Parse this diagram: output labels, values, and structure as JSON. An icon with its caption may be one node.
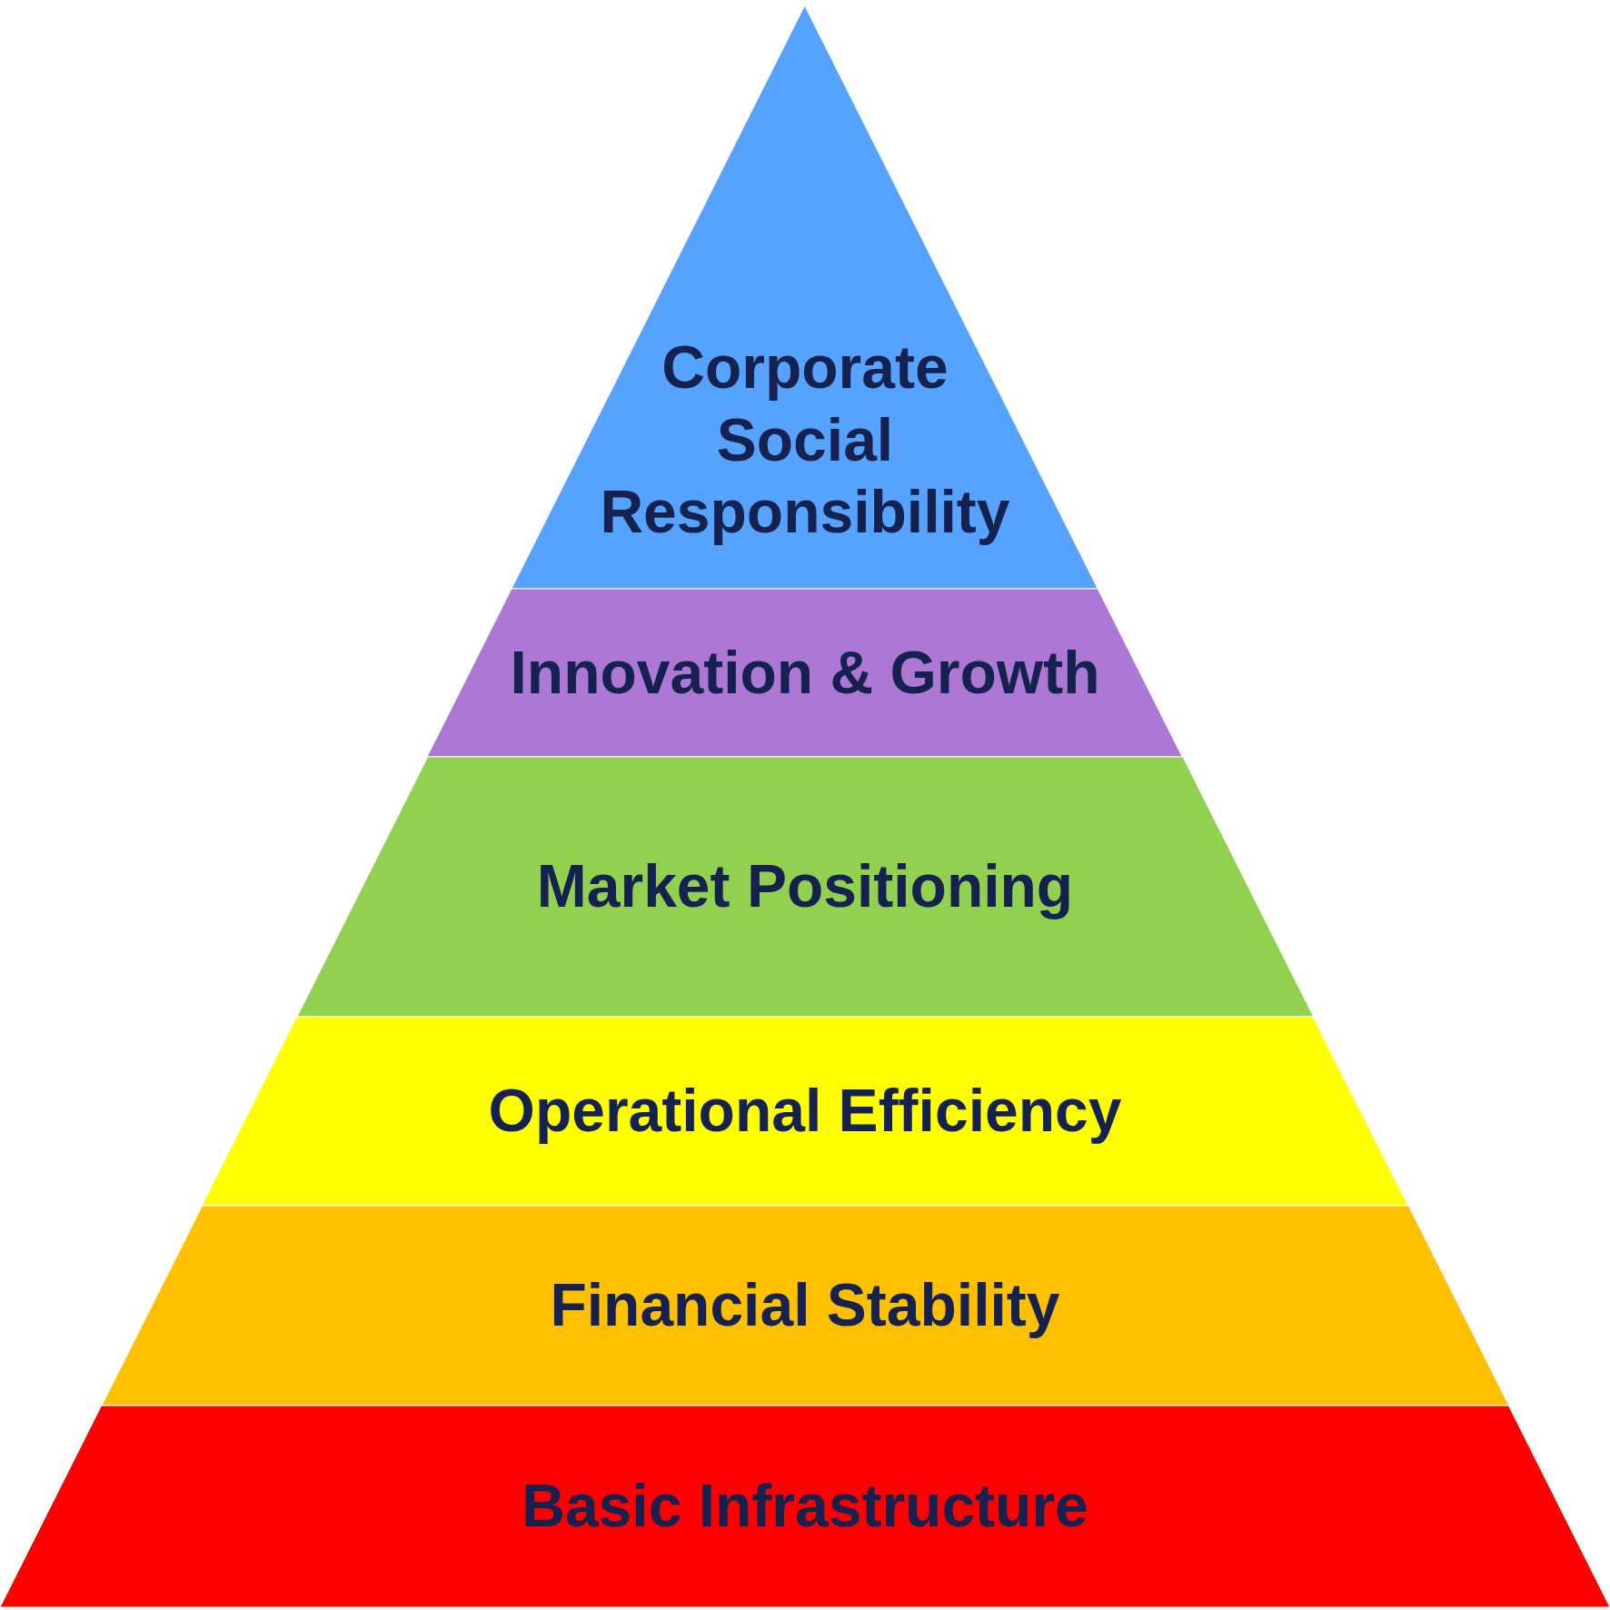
{
  "diagram": {
    "nodes": [
      {
        "text": [
          "Corporate Social Responsibility"
        ]
      },
      {
        "text": [
          "Innovation & Growth"
        ]
      },
      {
        "text": [
          "Market Positioning"
        ]
      },
      {
        "text": [
          "Operational Efficiency"
        ]
      },
      {
        "text": [
          "Financial Stability"
        ]
      },
      {
        "text": [
          "Basic Infrastructure"
        ]
      }
    ]
  }
}
